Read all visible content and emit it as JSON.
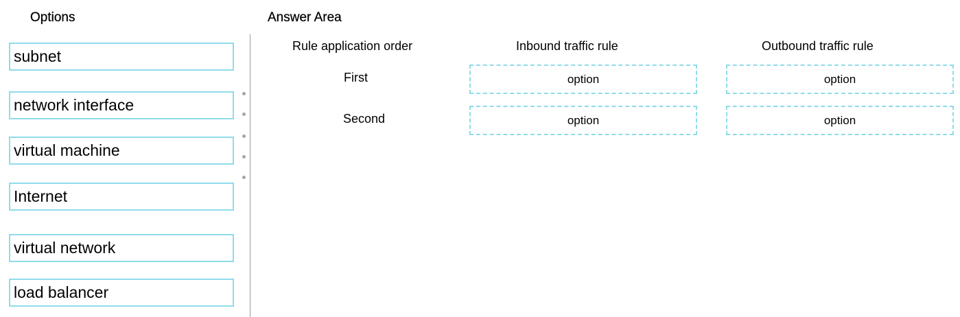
{
  "options_panel": {
    "heading": "Options",
    "items": [
      {
        "label": "subnet"
      },
      {
        "label": "network interface"
      },
      {
        "label": "virtual machine"
      },
      {
        "label": "Internet"
      },
      {
        "label": "virtual network"
      },
      {
        "label": "load balancer"
      }
    ]
  },
  "answer_area": {
    "heading": "Answer Area",
    "columns": {
      "order": "Rule application order",
      "inbound": "Inbound traffic rule",
      "outbound": "Outbound traffic rule"
    },
    "rows": [
      {
        "label": "First",
        "inbound": "option",
        "outbound": "option"
      },
      {
        "label": "Second",
        "inbound": "option",
        "outbound": "option"
      }
    ]
  },
  "colors": {
    "tile_border": "#8fdbea",
    "divider": "#9a9a9a"
  }
}
